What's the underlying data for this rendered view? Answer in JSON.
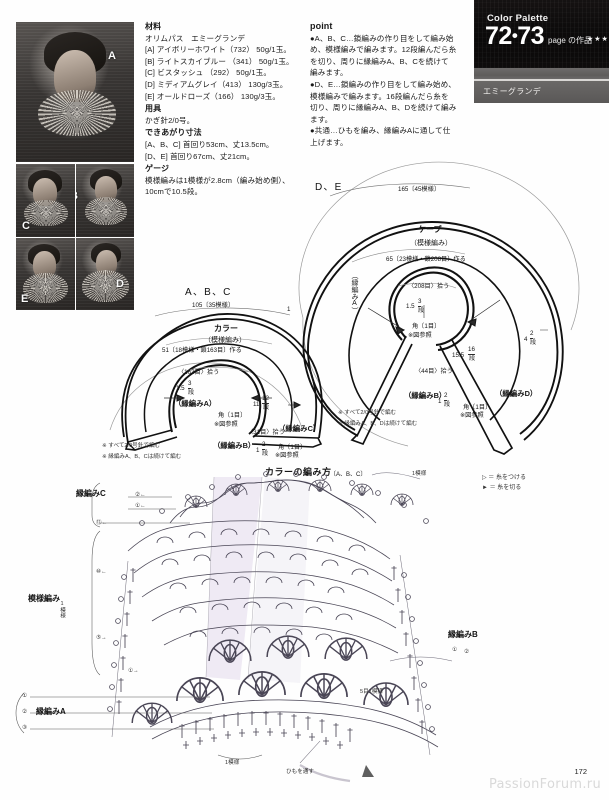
{
  "header": {
    "palette_label": "Color Palette",
    "page_left": "72",
    "page_dot": "•",
    "page_right": "73",
    "page_suffix": "page の作品",
    "stars": "★★★",
    "yarn_name": "エミーグランデ",
    "bg_color": "#0d0b0b"
  },
  "photos": [
    {
      "letter": "A"
    },
    {
      "letter": "B"
    },
    {
      "letter": "C"
    },
    {
      "letter": "D"
    },
    {
      "letter": "E"
    }
  ],
  "materials": {
    "heading": "材料",
    "brand": "オリムパス　エミーグランデ",
    "lines": [
      "[A] アイボリーホワイト（732） 50g/1玉。",
      "[B] ライトスカイブルー （341） 50g/1玉。",
      "[C] ビスタッシュ （292） 50g/1玉。",
      "[D] ミディアムグレイ（413） 130g/3玉。",
      "[E] オールドローズ（166） 130g/3玉。"
    ],
    "tools_heading": "用具",
    "tools": "かぎ針2/0号。",
    "size_heading": "できあがり寸法",
    "sizes": [
      "[A、B、C] 首回り53cm、丈13.5cm。",
      "[D、E] 首回り67cm、丈21cm。"
    ],
    "gauge_heading": "ゲージ",
    "gauge": [
      "模様編みは1模様が2.8cm（編み始め側）、",
      "10cmで10.5段。"
    ]
  },
  "point": {
    "heading": "point",
    "items": [
      "●A、B、C…鎖編みの作り目をして編み始",
      "め、模様編みで編みます。12段編んだら糸",
      "を切り、周りに縁編みA、B、Cを続けて",
      "編みます。",
      "●D、E…鎖編みの作り目をして編み始め、",
      "模様編みで編みます。16段編んだら糸を",
      "切り、周りに縁編みA、B、Dを続けて編み",
      "ます。",
      "●共通…ひもを編み、縁編みAに通して仕",
      "上げます。"
    ]
  },
  "diagram_abc": {
    "title": "A、B、C",
    "top_measure": "105〔35模様〕",
    "piece_name": "カラー",
    "piece_sub": "（模様編み）",
    "inner_measure": "51〔18模様・鎖163目〕作る",
    "pickup": "〈163目〉拾う",
    "rows_small": "1.5",
    "rows_small_num": "3",
    "rows_small_unit": "段",
    "edge_a": "（縁編みA）",
    "edge_b": "（縁編みB）",
    "edge_c": "（縁編みC）",
    "corner_note": "角〔1目〕",
    "corner_note2": "※図参照",
    "pickup_b": "〈31目〉拾う",
    "side_len": "11",
    "side_rows": "12",
    "side_rows_unit": "段",
    "edge_rows": "1",
    "edge_rows_num": "2",
    "edge_rows_unit": "段",
    "notes": [
      "※ すべて2/0号針で編む",
      "※ 縁編みA、B、Cは続けて編む"
    ]
  },
  "diagram_de": {
    "title": "D、E",
    "top_measure": "165〔45模様〕",
    "piece_name": "ケープ",
    "piece_sub": "（模様編み）",
    "inner_measure": "65〔23模様・鎖208目〕作る",
    "pickup": "〈208目〉拾う",
    "rows_small": "1.5",
    "rows_small_num": "3",
    "rows_small_unit": "段",
    "edge_a": "（縁編みA）",
    "edge_b": "（縁編みB）",
    "edge_d": "（縁編みD）",
    "corner_note": "角〔1目〕",
    "corner_note2": "※図参照",
    "pickup_b": "〈44目〉拾う",
    "side_len": "15.5",
    "side_rows": "16",
    "side_rows_unit": "段",
    "edge_rows": "1",
    "edge_rows_num": "2",
    "edge_rows_unit": "段",
    "right_len": "4",
    "right_rows": "2",
    "right_rows_unit": "段",
    "notes": [
      "※ すべて2/0号針で編む",
      "※ 縁編みA、B、Dは続けて編む"
    ]
  },
  "stitch_chart": {
    "title": "カラーの編み方",
    "title_sub": "〔A、B、C〕",
    "legend": [
      "▷ ＝ 糸をつける",
      "► ＝ 糸を切る"
    ],
    "labels": {
      "edge_c": "縁編みC",
      "edge_b": "縁編みB",
      "edge_a": "縁編みA",
      "pattern": "模様編み",
      "one_pattern_top": "1模様",
      "one_pattern_left": "1模様",
      "one_pattern_bottom": "1模様",
      "five_to_one": "5目1模様",
      "cord_through": "ひもを通す"
    },
    "row_marks_left": [
      "⑫←",
      "⑩←",
      "⑤→",
      "①→"
    ],
    "edge_c_rows": [
      "②←",
      "①←"
    ],
    "edge_a_rows": [
      "①",
      "②",
      "③"
    ],
    "edge_b_rows": [
      "①",
      "②"
    ]
  },
  "footer": {
    "page_number": "172",
    "watermark": "PassionForum.ru"
  }
}
